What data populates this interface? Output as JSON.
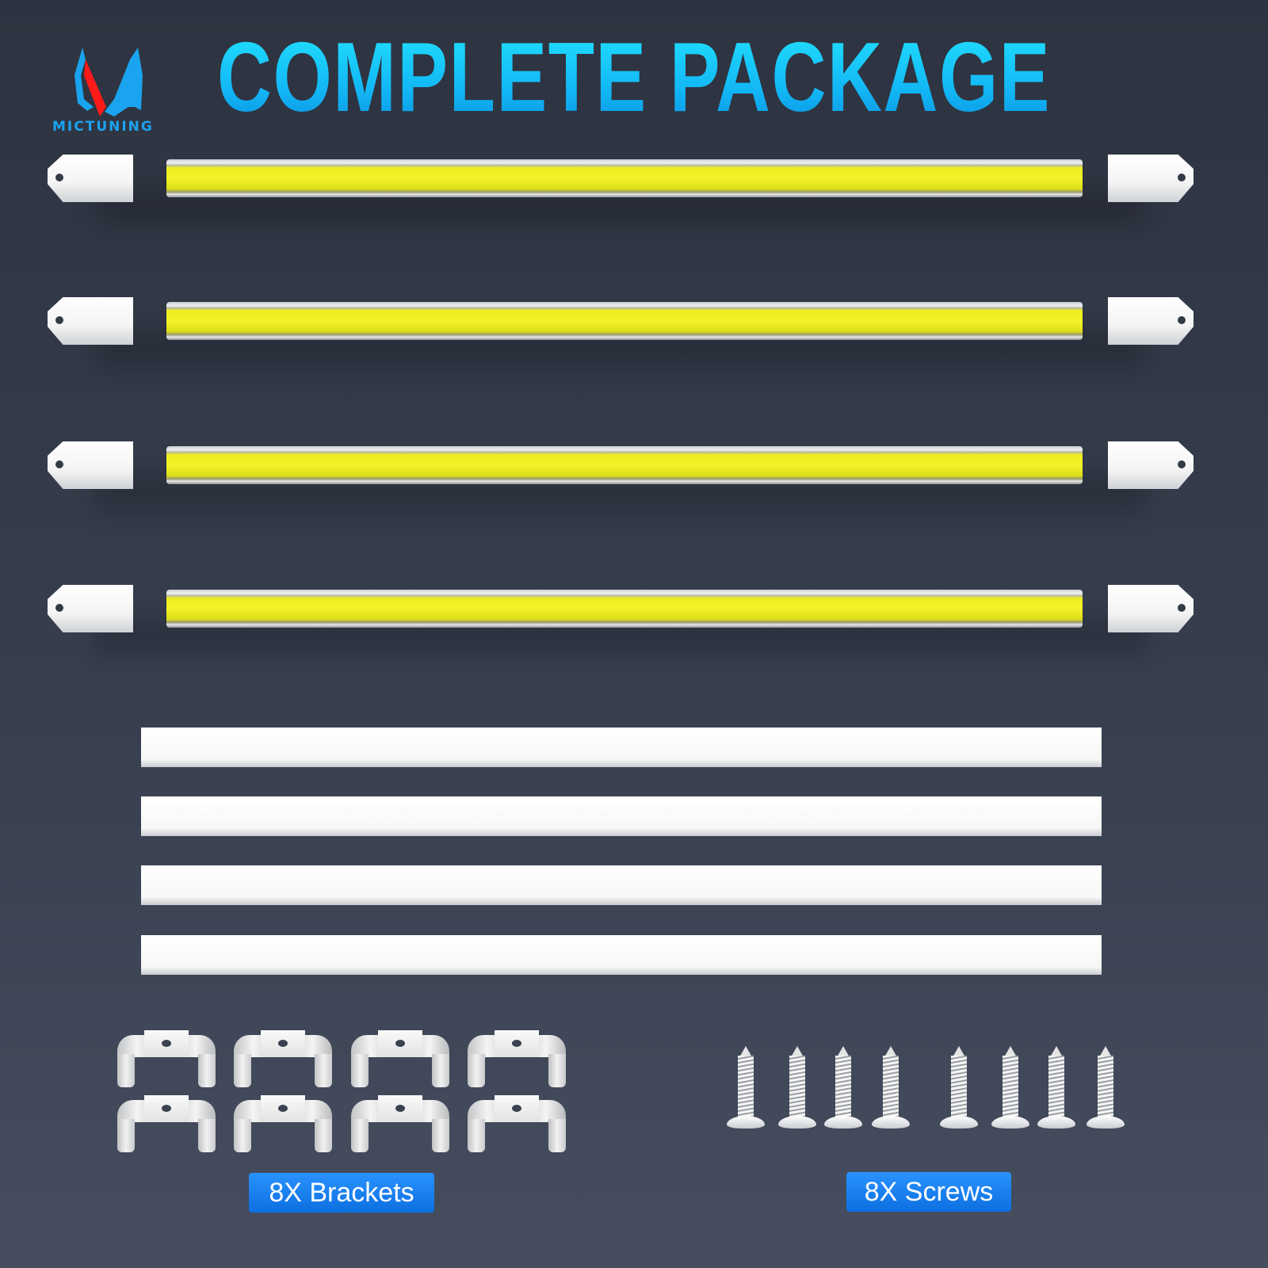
{
  "brand": {
    "name": "MICTUNING",
    "colors": {
      "blue": "#1aa3ef",
      "red": "#ff1a1a"
    }
  },
  "title": "COMPLETE PACKAGE",
  "title_color": "#13b8f5",
  "tube_color": "#f0f02a",
  "light_bars": 4,
  "adhesive_tapes": 4,
  "brackets": {
    "count": 8,
    "label": "8X Brackets"
  },
  "screws": {
    "count": 8,
    "label": "8X Screws"
  },
  "label_color": "#1a7ff0"
}
